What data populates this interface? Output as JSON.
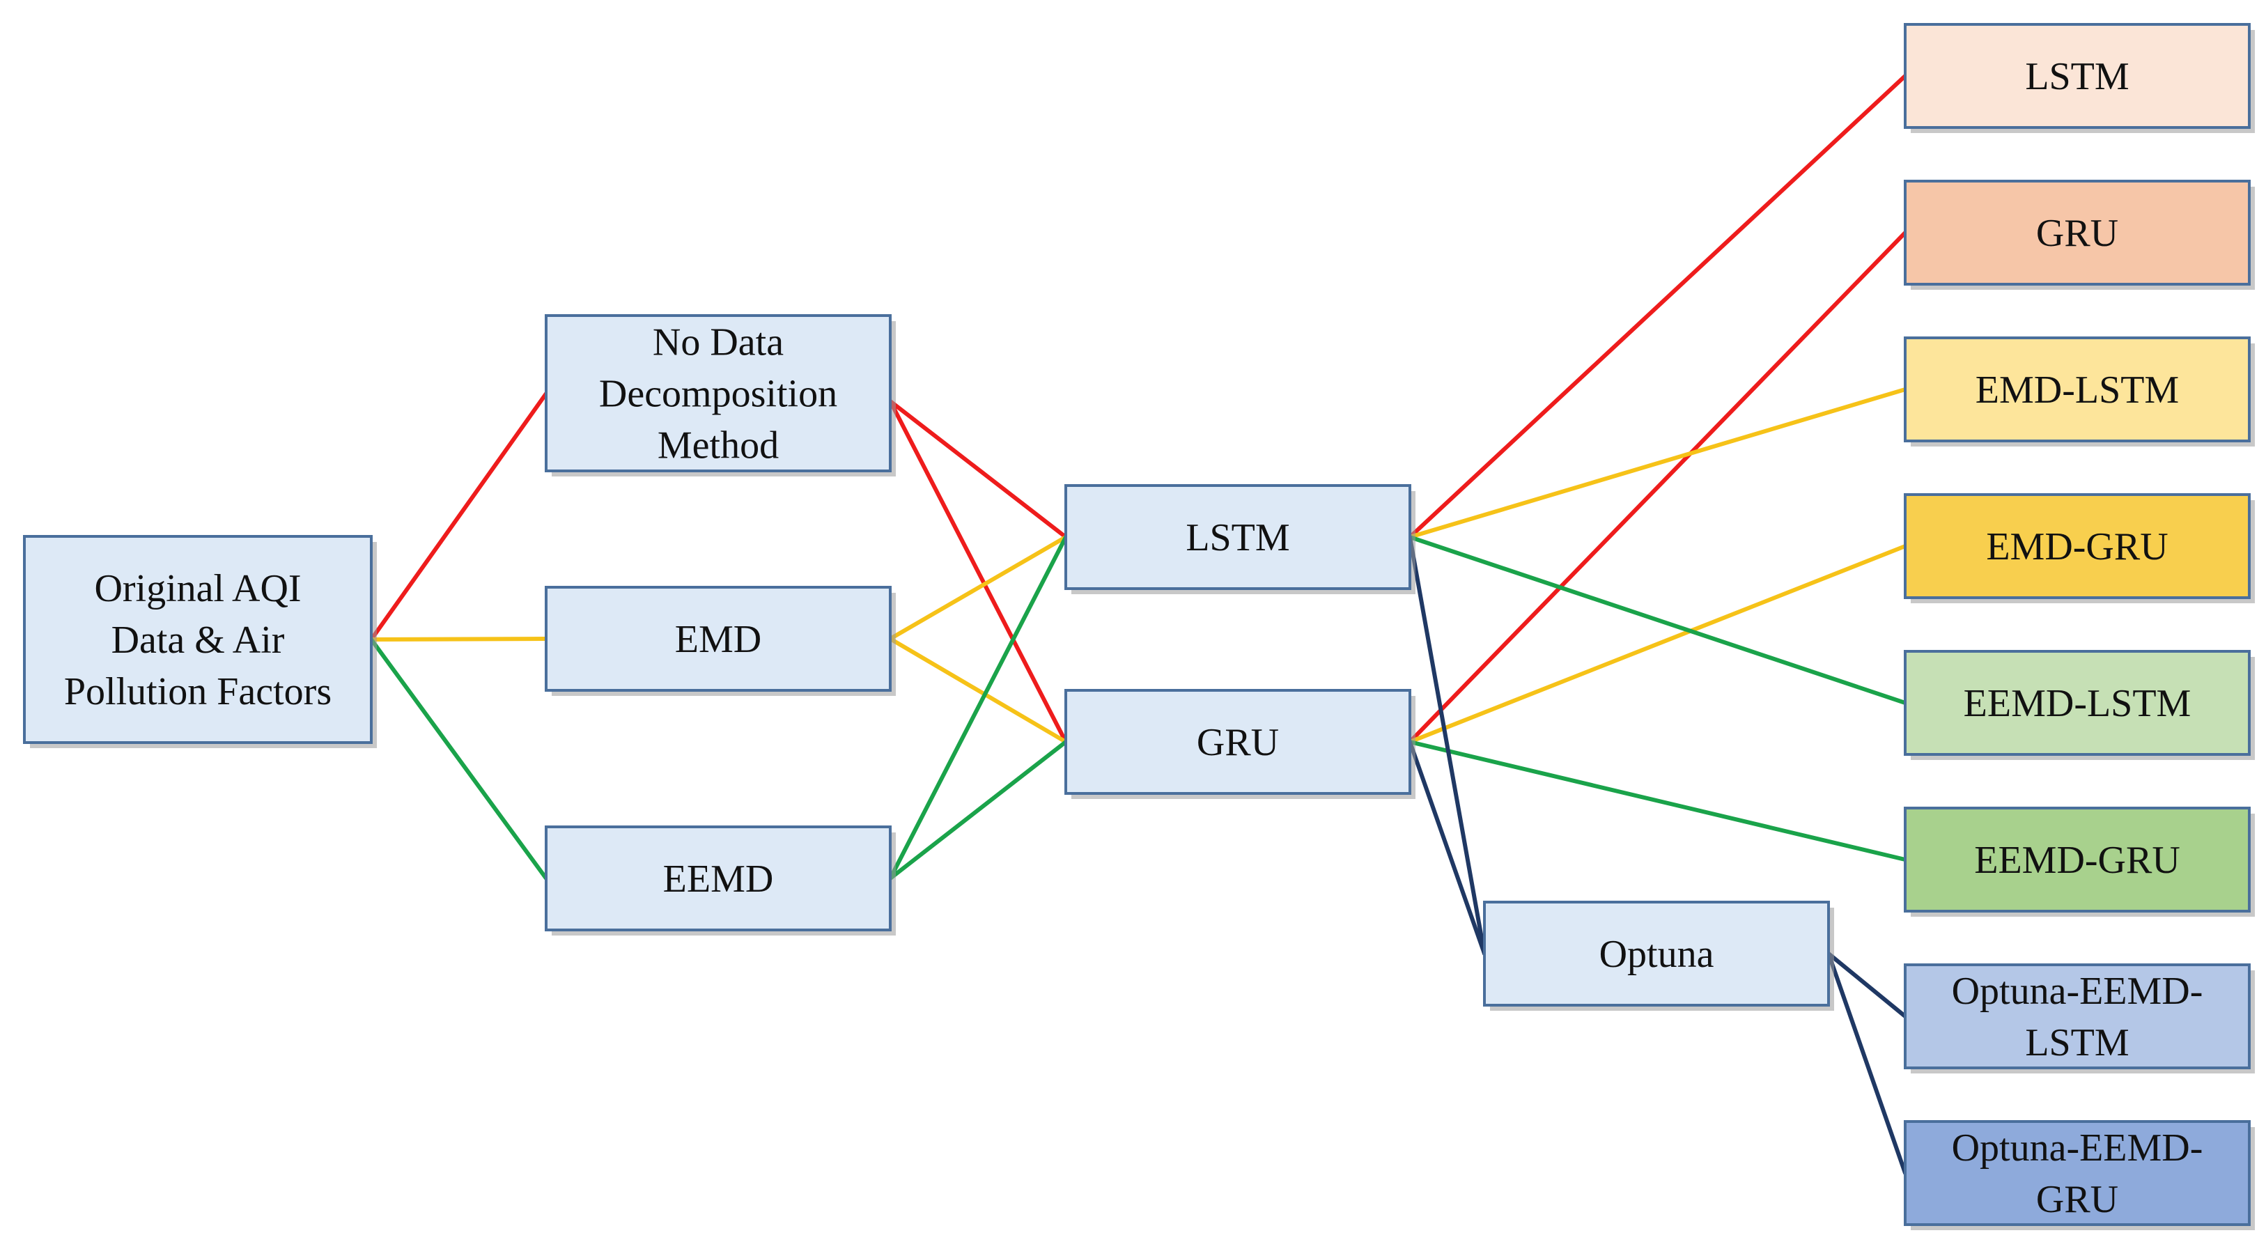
{
  "colors": {
    "red": "#ee1c1c",
    "yellow": "#f6c218",
    "green": "#1aa34a",
    "navy": "#1f3864",
    "box_border": "#4a6f9c"
  },
  "nodes": [
    {
      "id": "original",
      "lines": [
        "Original AQI",
        "Data & Air",
        "Pollution Factors"
      ],
      "fill": "#dde9f6"
    },
    {
      "id": "nodecomp",
      "lines": [
        "No Data",
        "Decomposition",
        "Method"
      ],
      "fill": "#dde9f6"
    },
    {
      "id": "emd",
      "lines": [
        "EMD"
      ],
      "fill": "#dde9f6"
    },
    {
      "id": "eemd",
      "lines": [
        "EEMD"
      ],
      "fill": "#dde9f6"
    },
    {
      "id": "lstm",
      "lines": [
        "LSTM"
      ],
      "fill": "#dde9f6"
    },
    {
      "id": "gru",
      "lines": [
        "GRU"
      ],
      "fill": "#dde9f6"
    },
    {
      "id": "optuna",
      "lines": [
        "Optuna"
      ],
      "fill": "#dde9f6"
    },
    {
      "id": "r_lstm",
      "lines": [
        "LSTM"
      ],
      "fill": "#fbe5d7"
    },
    {
      "id": "r_gru",
      "lines": [
        "GRU"
      ],
      "fill": "#f6c6a8"
    },
    {
      "id": "r_emd_lstm",
      "lines": [
        "EMD-LSTM"
      ],
      "fill": "#fde59b"
    },
    {
      "id": "r_emd_gru",
      "lines": [
        "EMD-GRU"
      ],
      "fill": "#f8cf4e"
    },
    {
      "id": "r_eemd_lstm",
      "lines": [
        "EEMD-LSTM"
      ],
      "fill": "#c6e0b5"
    },
    {
      "id": "r_eemd_gru",
      "lines": [
        "EEMD-GRU"
      ],
      "fill": "#a8d18d"
    },
    {
      "id": "r_opt_eemd_lstm",
      "lines": [
        "Optuna-EEMD-",
        "LSTM"
      ],
      "fill": "#b4c7e7"
    },
    {
      "id": "r_opt_eemd_gru",
      "lines": [
        "Optuna-EEMD-",
        "GRU"
      ],
      "fill": "#8eaadb"
    }
  ],
  "edges": [
    {
      "from": "original",
      "to": "nodecomp",
      "color": "red"
    },
    {
      "from": "original",
      "to": "emd",
      "color": "yellow"
    },
    {
      "from": "original",
      "to": "eemd",
      "color": "green"
    },
    {
      "from": "nodecomp",
      "to": "lstm",
      "color": "red"
    },
    {
      "from": "nodecomp",
      "to": "gru",
      "color": "red"
    },
    {
      "from": "emd",
      "to": "lstm",
      "color": "yellow"
    },
    {
      "from": "emd",
      "to": "gru",
      "color": "yellow"
    },
    {
      "from": "eemd",
      "to": "lstm",
      "color": "green"
    },
    {
      "from": "eemd",
      "to": "gru",
      "color": "green"
    },
    {
      "from": "lstm",
      "to": "r_lstm",
      "color": "red"
    },
    {
      "from": "gru",
      "to": "r_gru",
      "color": "red"
    },
    {
      "from": "lstm",
      "to": "r_emd_lstm",
      "color": "yellow"
    },
    {
      "from": "gru",
      "to": "r_emd_gru",
      "color": "yellow"
    },
    {
      "from": "lstm",
      "to": "r_eemd_lstm",
      "color": "green"
    },
    {
      "from": "gru",
      "to": "r_eemd_gru",
      "color": "green"
    },
    {
      "from": "lstm",
      "to": "optuna",
      "color": "navy"
    },
    {
      "from": "gru",
      "to": "optuna",
      "color": "navy"
    },
    {
      "from": "optuna",
      "to": "r_opt_eemd_lstm",
      "color": "navy"
    },
    {
      "from": "optuna",
      "to": "r_opt_eemd_gru",
      "color": "navy"
    }
  ]
}
